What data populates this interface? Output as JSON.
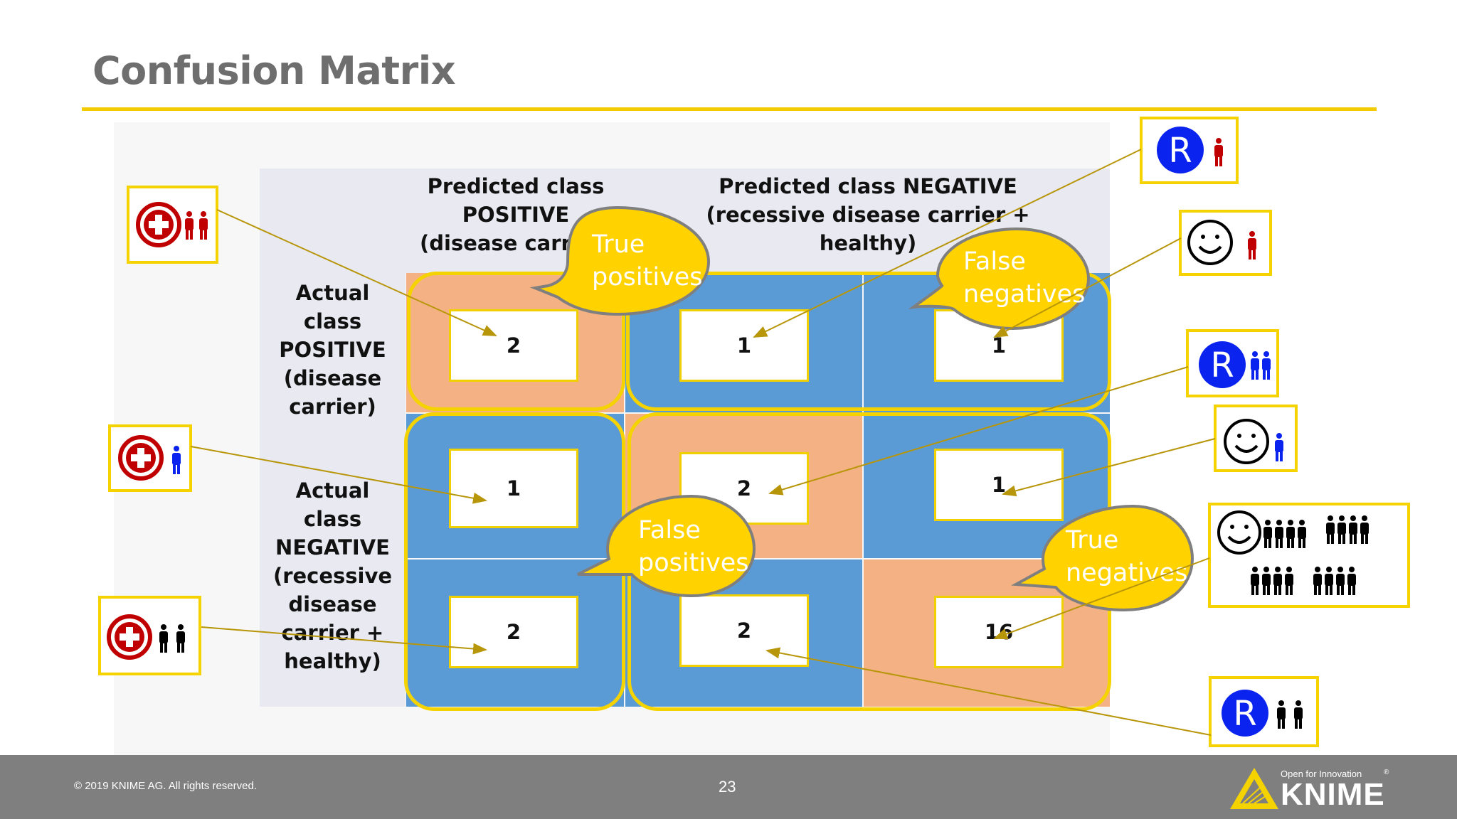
{
  "slide": {
    "title": "Confusion Matrix"
  },
  "table": {
    "col_headers": [
      "Predicted class POSITIVE (disease carrier)",
      "Predicted class NEGATIVE (recessive disease carrier + healthy)"
    ],
    "row_headers": [
      "Actual class POSITIVE (disease carrier)",
      "Actual class NEGATIVE (recessive disease carrier + healthy)"
    ],
    "cells": [
      [
        "2",
        "1",
        "1"
      ],
      [
        "1",
        "2",
        "1"
      ],
      [
        "2",
        "2",
        "16"
      ]
    ]
  },
  "callouts": {
    "true_positives": [
      "True",
      "positives"
    ],
    "false_negatives": [
      "False",
      "negatives"
    ],
    "false_positives": [
      "False",
      "positives"
    ],
    "true_negatives": [
      "True",
      "negatives"
    ]
  },
  "legend_icons": {
    "disease": "red-cross-icon",
    "recessive": "r-circle-icon",
    "healthy": "smiley-icon",
    "person": "person-icon"
  },
  "colors": {
    "accent_yellow": "#f5d300",
    "callout_yellow": "#ffd200",
    "cell_orange": "#f4b183",
    "cell_blue": "#5b9bd5",
    "pointer_line": "#b8960a",
    "person_red": "#c00000",
    "person_blue": "#0a23ee",
    "person_black": "#000000"
  },
  "footer": {
    "copyright": "© 2019 KNIME AG. All rights reserved.",
    "page_number": "23",
    "logo_tagline": "Open for Innovation",
    "logo_word": "KNIME",
    "logo_reg": "®"
  }
}
